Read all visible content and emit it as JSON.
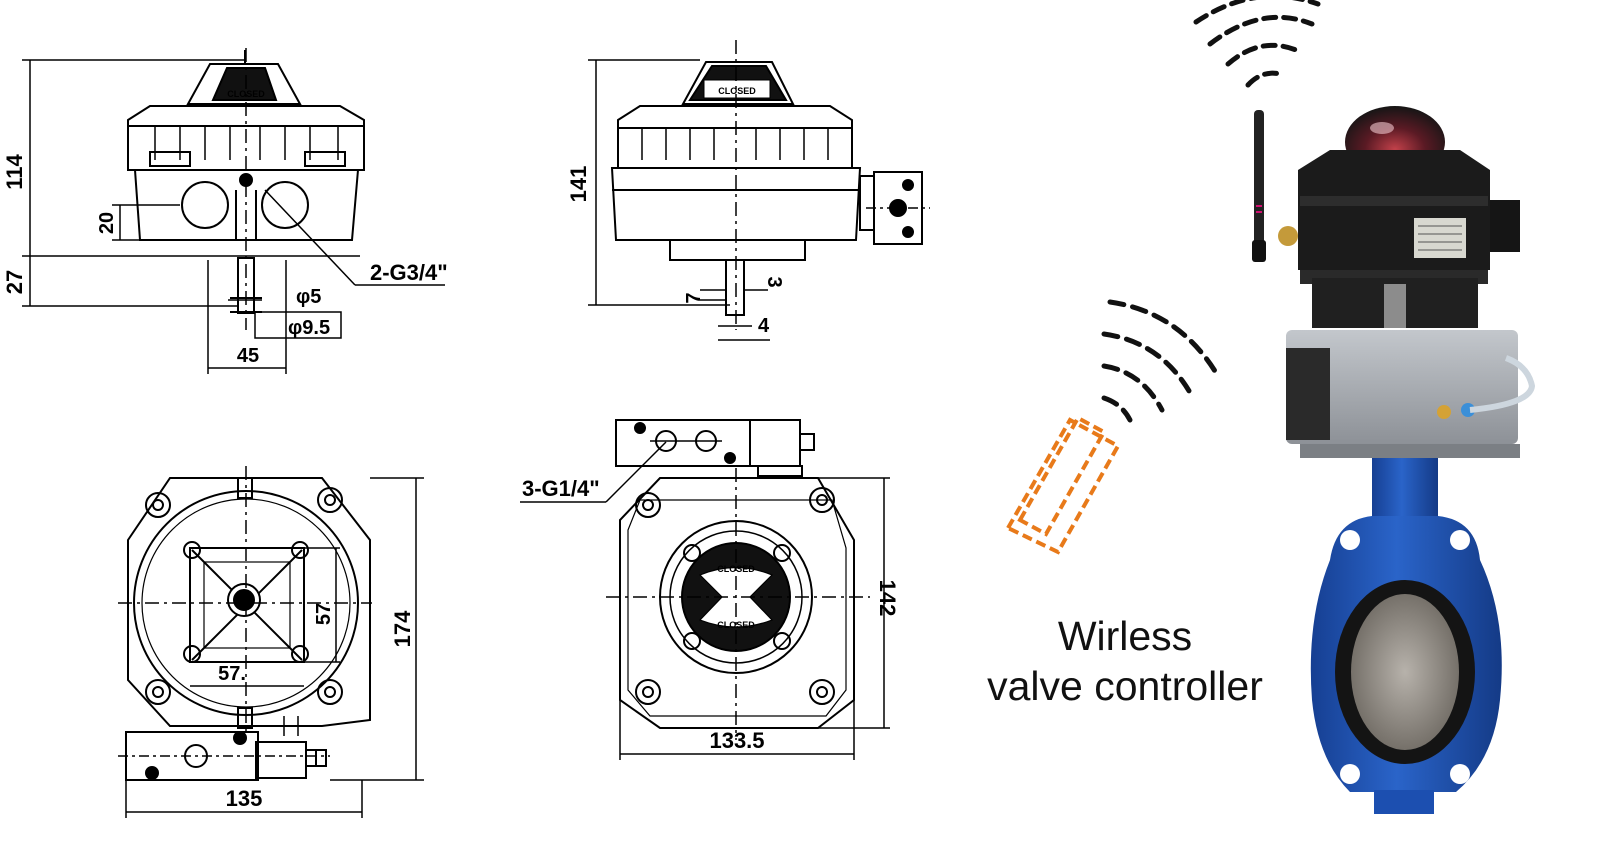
{
  "dimensions": {
    "view1": {
      "h_total": "114",
      "h_port": "20",
      "h_shaft": "27",
      "port_label": "2-G3/4\"",
      "dia_small": "φ5",
      "dia_large": "φ9.5",
      "w_bottom": "45"
    },
    "view2": {
      "h_total": "141",
      "d7": "7",
      "d3": "3",
      "d4": "4"
    },
    "view3": {
      "w_sq": "57.",
      "h_sq": "57",
      "h_total": "174",
      "w_total": "135"
    },
    "view4": {
      "port_label": "3-G1/4\"",
      "h_total": "142",
      "w_total": "133.5"
    }
  },
  "indicator": {
    "closed_label": "CLOSED"
  },
  "caption": {
    "line1": "Wirless",
    "line2": "valve controller"
  },
  "colors": {
    "line": "#000000",
    "signal_orange": "#e87a1a",
    "valve_blue": "#1c4fb0",
    "actuator_grey": "#a9adb2",
    "housing_black": "#1b1b1b"
  }
}
